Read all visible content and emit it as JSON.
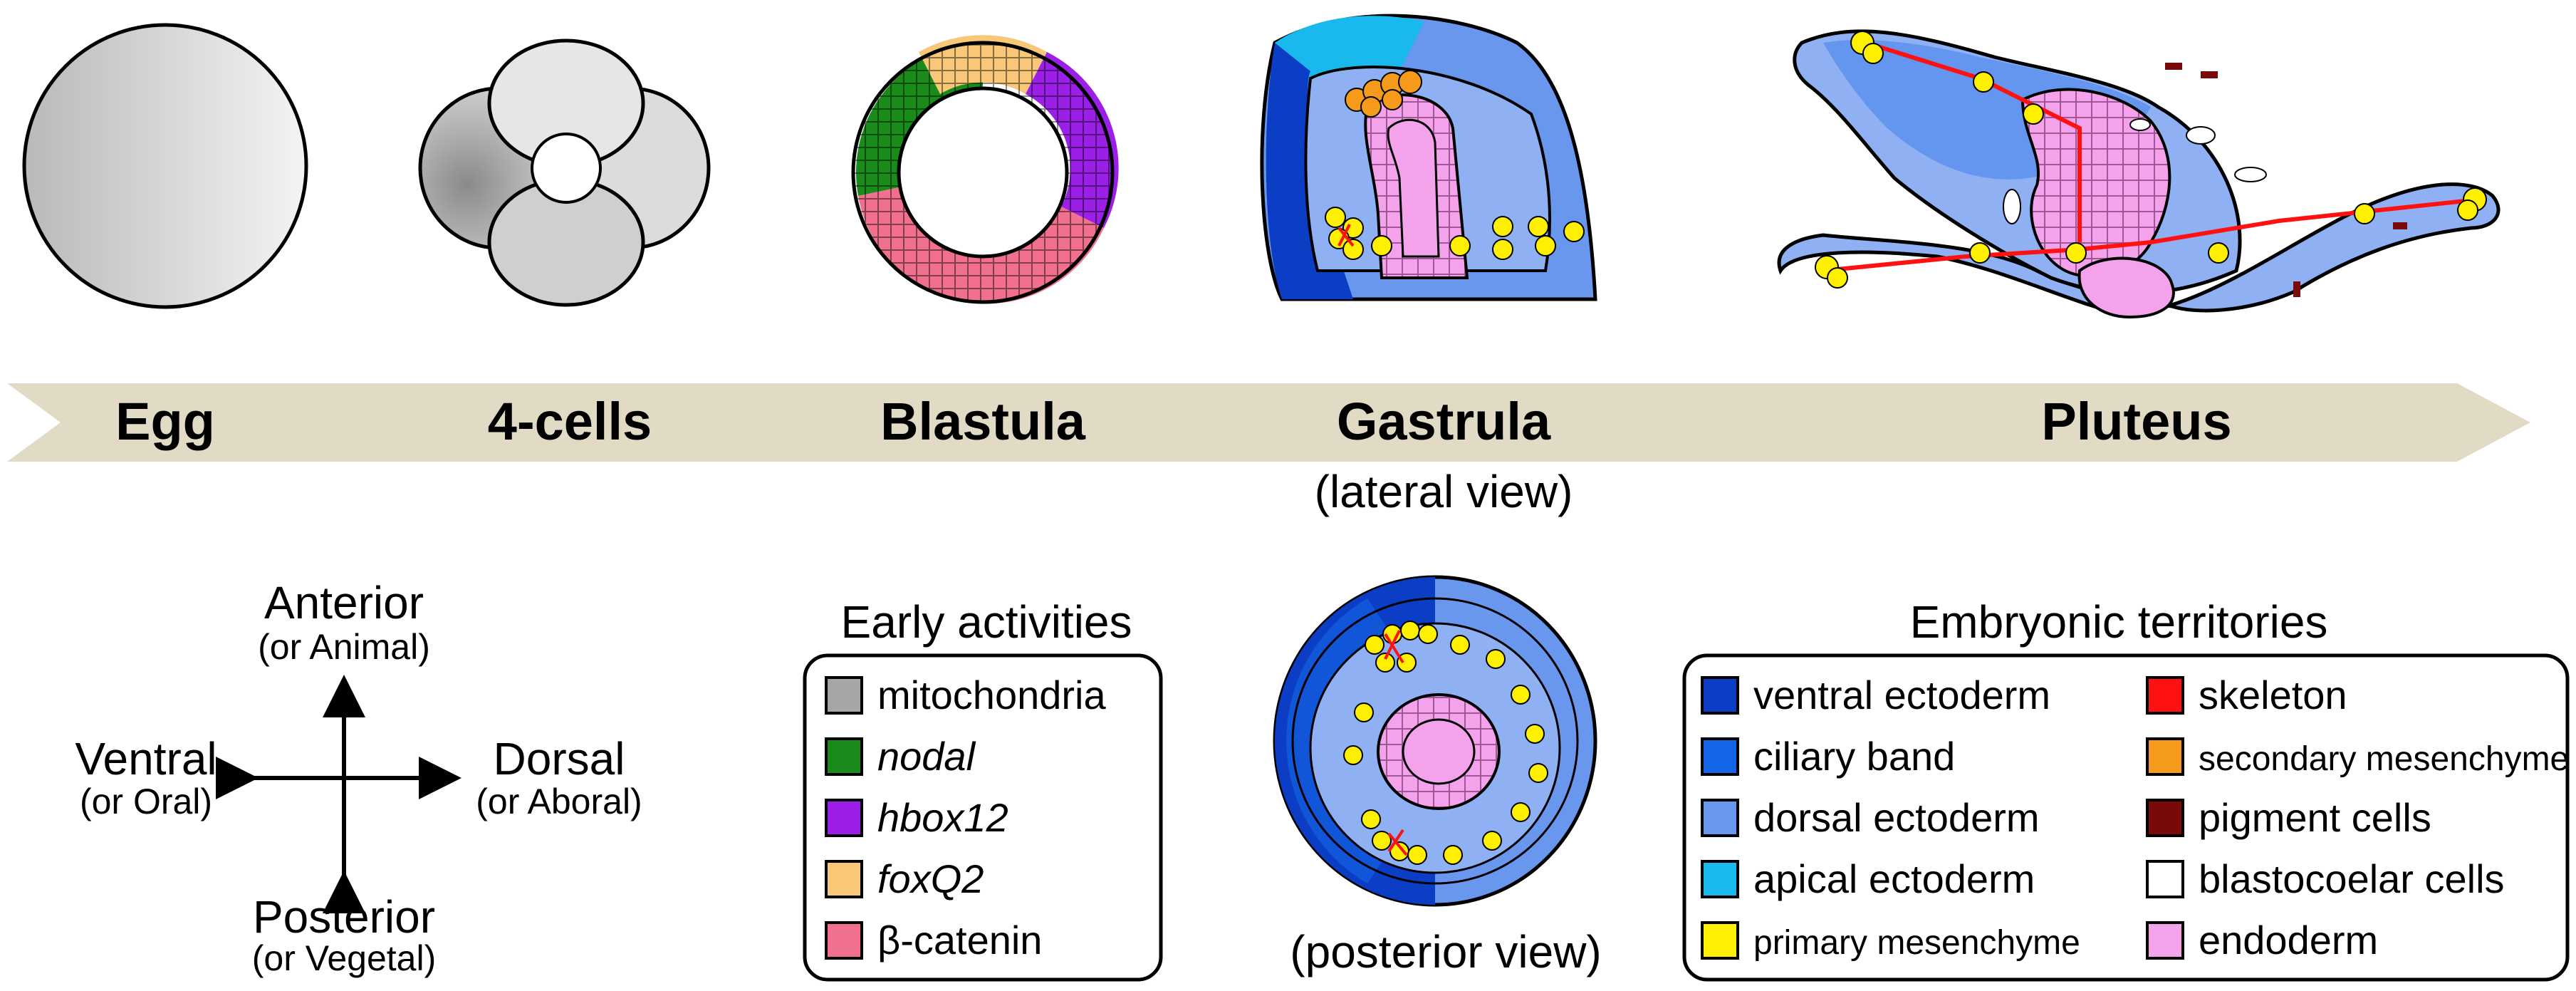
{
  "timeline": {
    "stages": [
      {
        "label": "Egg"
      },
      {
        "label": "4-cells"
      },
      {
        "label": "Blastula"
      },
      {
        "label": "Gastrula"
      },
      {
        "label": "Pluteus"
      }
    ],
    "gastrula_view_label": "(lateral view)",
    "posterior_view_label": "(posterior view)",
    "arrow_color": "#e1dac5"
  },
  "axes": {
    "anterior": "Anterior",
    "anterior_sub": "(or Animal)",
    "posterior": "Posterior",
    "posterior_sub": "(or Vegetal)",
    "ventral": "Ventral",
    "ventral_sub": "(or Oral)",
    "dorsal": "Dorsal",
    "dorsal_sub": "(or Aboral)"
  },
  "early_activities": {
    "title": "Early activities",
    "items": [
      {
        "label": "mitochondria",
        "color": "#a6a6a6",
        "italic": false
      },
      {
        "label": "nodal",
        "color": "#1a8a1a",
        "italic": true
      },
      {
        "label": "hbox12",
        "color": "#9b1fe6",
        "italic": true
      },
      {
        "label": "foxQ2",
        "color": "#f8c777",
        "italic": true
      },
      {
        "label": "β-catenin",
        "color": "#f0708d",
        "italic": false
      }
    ]
  },
  "territories": {
    "title": "Embryonic territories",
    "left": [
      {
        "label": "ventral ectoderm",
        "color": "#0b3ec4",
        "small": false
      },
      {
        "label": "ciliary band",
        "color": "#1565e8",
        "small": false
      },
      {
        "label": "dorsal ectoderm",
        "color": "#6a97ee",
        "small": false
      },
      {
        "label": "apical ectoderm",
        "color": "#19b9ee",
        "small": false
      },
      {
        "label": "primary mesenchyme",
        "color": "#ffef00",
        "small": true
      }
    ],
    "right": [
      {
        "label": "skeleton",
        "color": "#ff1111",
        "small": false
      },
      {
        "label": "secondary mesenchyme",
        "color": "#f59a1a",
        "small": true
      },
      {
        "label": "pigment cells",
        "color": "#7a0a0a",
        "small": false
      },
      {
        "label": "blastocoelar cells",
        "color": "#ffffff",
        "small": false
      },
      {
        "label": "endoderm",
        "color": "#f5a2ec",
        "small": false
      }
    ]
  }
}
